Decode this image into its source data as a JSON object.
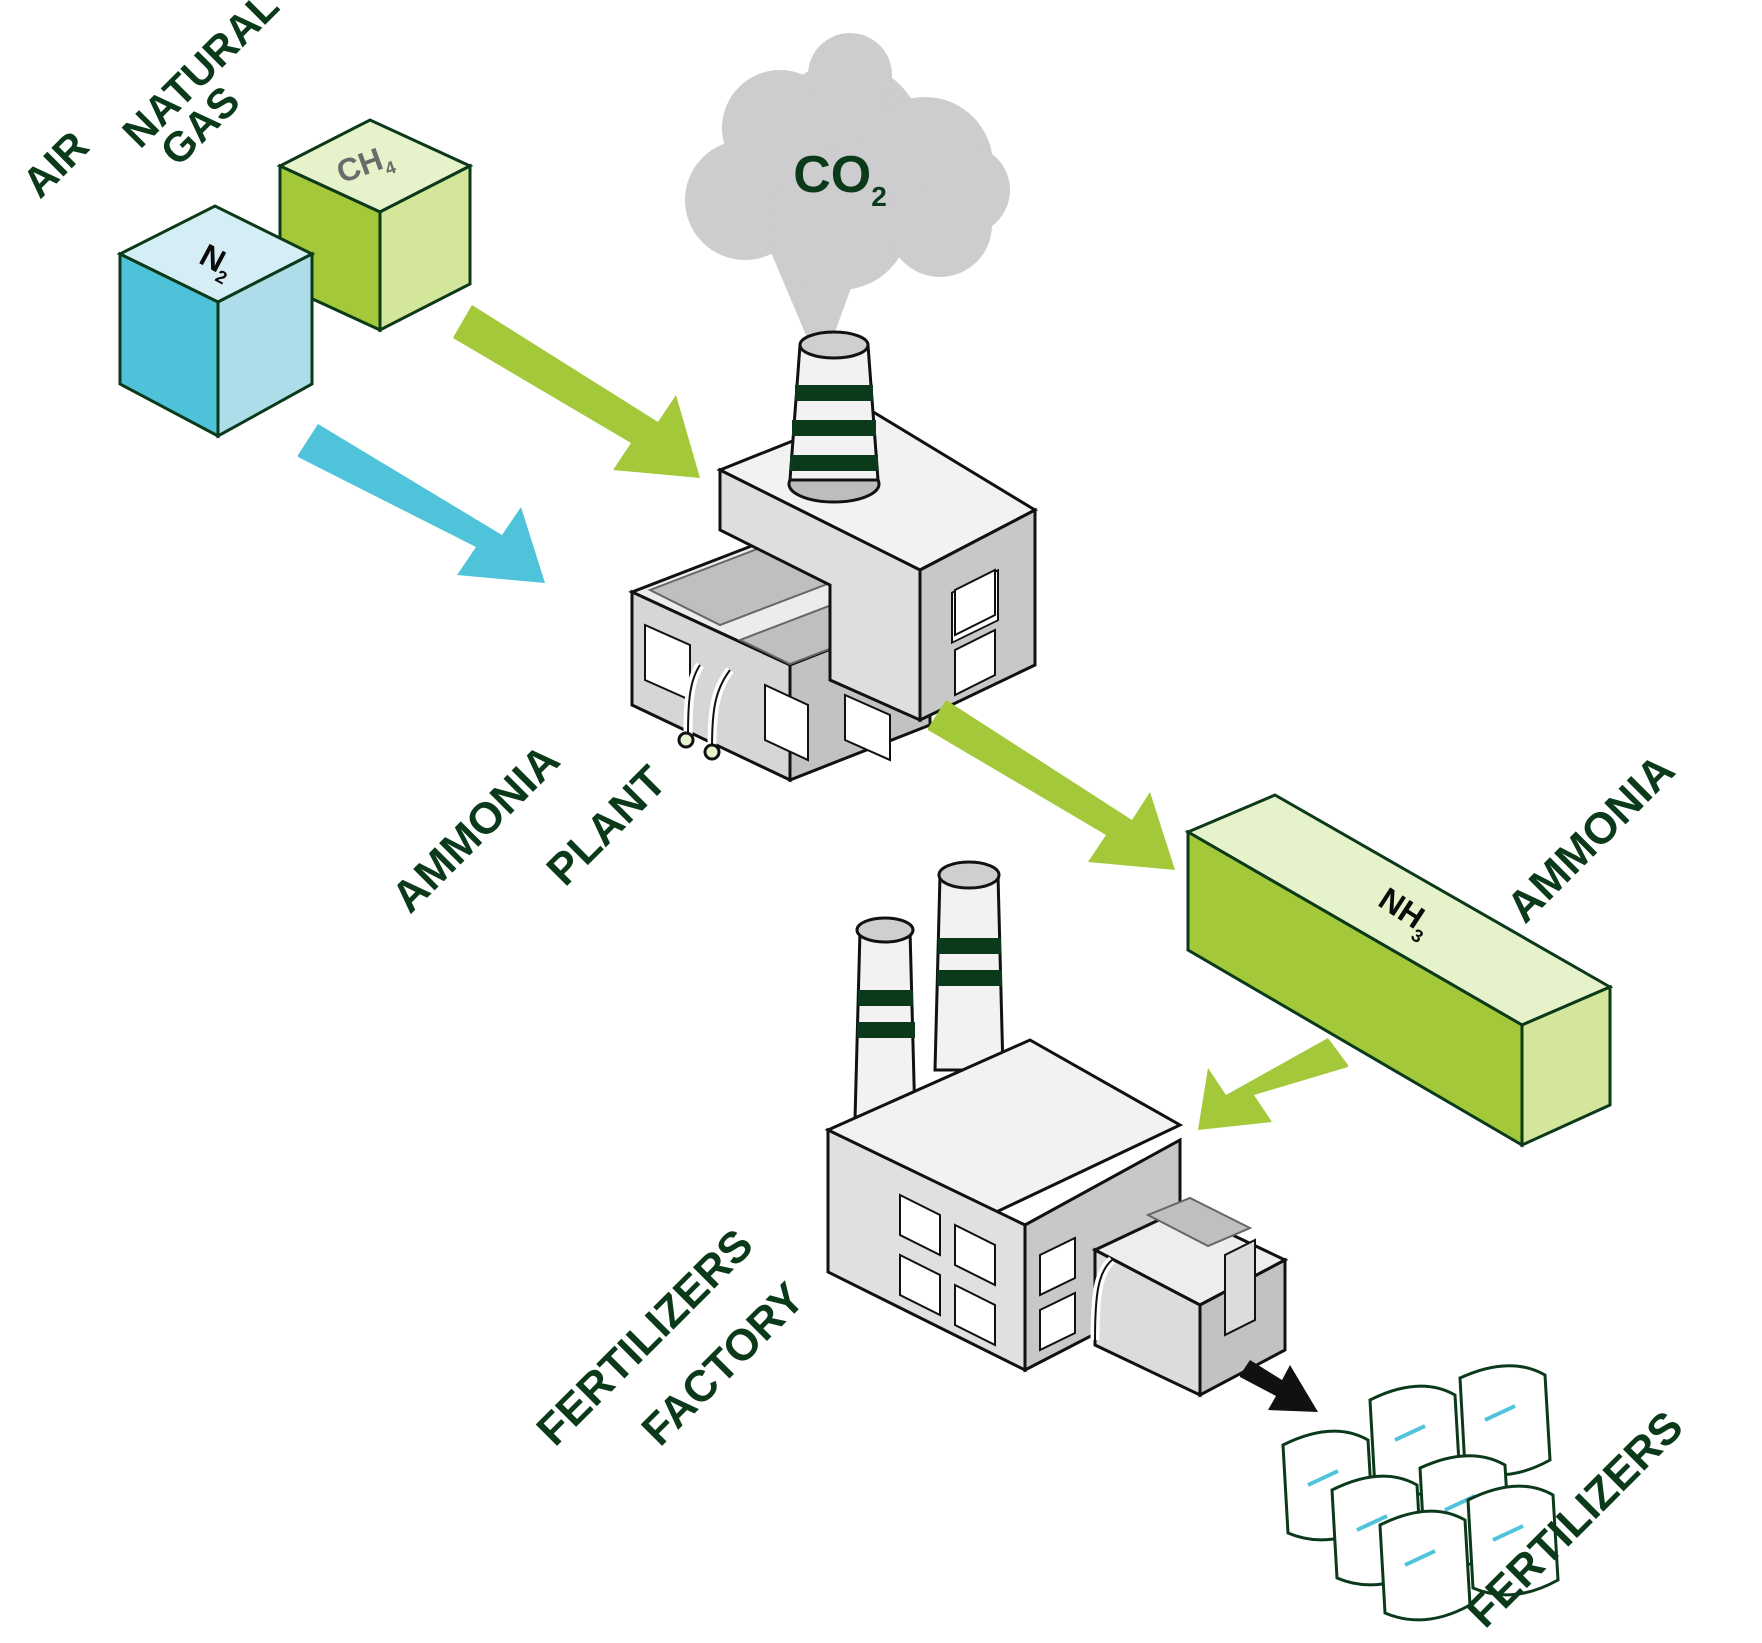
{
  "labels": {
    "air": "AIR",
    "natural_gas_line1": "NATURAL",
    "natural_gas_line2": "GAS",
    "ammonia_plant_line1": "AMMONIA",
    "ammonia_plant_line2": "PLANT",
    "ammonia": "AMMONIA",
    "fertilizers_factory_line1": "FERTILIZERS",
    "fertilizers_factory_line2": "FACTORY",
    "fertilizers": "FERTILIZERS"
  },
  "formulas": {
    "n2_main": "N",
    "n2_sub": "2",
    "ch4_main": "CH",
    "ch4_sub": "4",
    "co2_main": "CO",
    "co2_sub": "2",
    "nh3_main": "NH",
    "nh3_sub": "3"
  },
  "colors": {
    "dark_green": "#0b3a1a",
    "lime_top": "#e6f2c9",
    "lime_front": "#d3e69c",
    "lime_side": "#a3c93a",
    "blue_top": "#d5eef5",
    "blue_right": "#acdde9",
    "blue_left": "#4ec2d8",
    "blue_arrow": "#4fc3d9",
    "green_arrow": "#a3c93a",
    "cloud": "#cdcdcf",
    "wall_light": "#f2f2f2",
    "wall_mid": "#d4d4d4",
    "wall_dark": "#bdbdbd"
  }
}
